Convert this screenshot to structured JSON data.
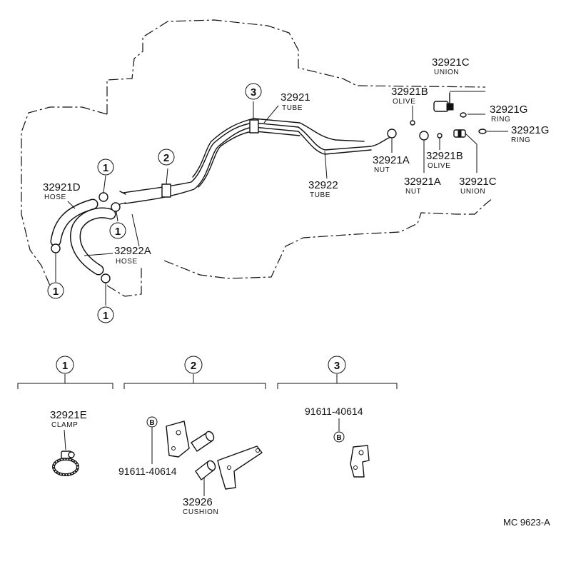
{
  "title_code": "MC 9623-A",
  "callout_one": "1",
  "callout_two": "2",
  "callout_three": "3",
  "bolt_letter": "B",
  "parts": {
    "p32921": {
      "number": "32921",
      "name": "TUBE"
    },
    "p32922": {
      "number": "32922",
      "name": "TUBE"
    },
    "p32921B_top": {
      "number": "32921B",
      "name": "OLIVE"
    },
    "p32921C_top": {
      "number": "32921C",
      "name": "UNION"
    },
    "p32921G_top": {
      "number": "32921G",
      "name": "RING"
    },
    "p32921G_bot": {
      "number": "32921G",
      "name": "RING"
    },
    "p32921A_left": {
      "number": "32921A",
      "name": "NUT"
    },
    "p32921B_bot": {
      "number": "32921B",
      "name": "OLIVE"
    },
    "p32921A_right": {
      "number": "32921A",
      "name": "NUT"
    },
    "p32921C_bot": {
      "number": "32921C",
      "name": "UNION"
    },
    "p32921D": {
      "number": "32921D",
      "name": "HOSE"
    },
    "p32922A": {
      "number": "32922A",
      "name": "HOSE"
    },
    "p32921E": {
      "number": "32921E",
      "name": "CLAMP"
    },
    "p91611_g2": {
      "number": "91611-40614"
    },
    "p32926": {
      "number": "32926",
      "name": "CUSHION"
    },
    "p91611_g3": {
      "number": "91611-40614"
    }
  }
}
